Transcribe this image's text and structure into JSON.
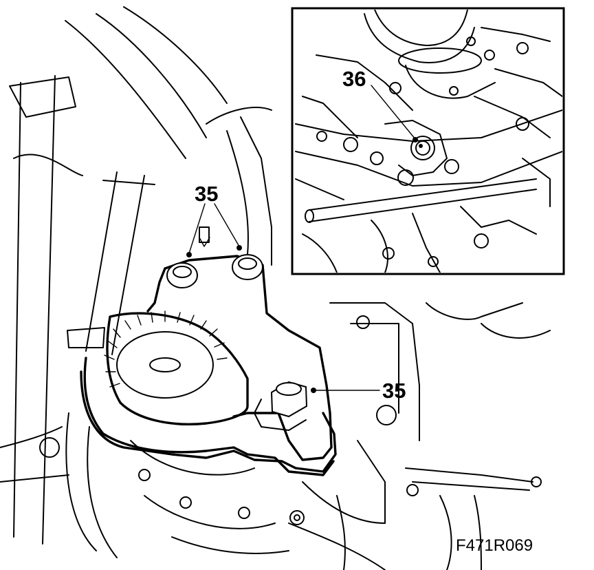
{
  "figure": {
    "code": "F471R069",
    "callouts": {
      "bolts_top": "35",
      "bolt_right": "35",
      "inset_bolt": "36"
    }
  },
  "colors": {
    "ink": "#000000",
    "paper": "#ffffff"
  }
}
